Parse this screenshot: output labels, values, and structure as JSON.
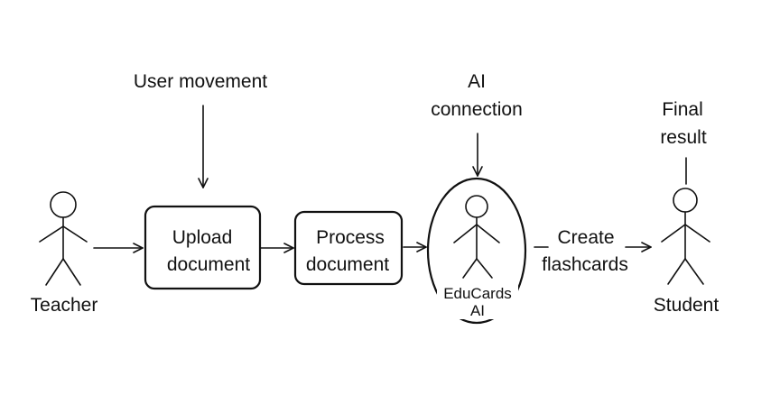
{
  "diagram": {
    "actors": {
      "teacher": "Teacher",
      "student": "Student"
    },
    "steps": {
      "upload": [
        "Upload",
        "document"
      ],
      "process": [
        "Process",
        "document"
      ]
    },
    "ai_node": {
      "label": [
        "EduCards",
        "AI"
      ]
    },
    "annotations": {
      "user_movement": "User movement",
      "ai_connection": [
        "AI",
        "connection"
      ],
      "final_result": [
        "Final",
        "result"
      ],
      "create_flashcards": [
        "Create",
        "flashcards"
      ]
    },
    "colors": {
      "stroke": "#111111",
      "background": "#ffffff"
    }
  }
}
